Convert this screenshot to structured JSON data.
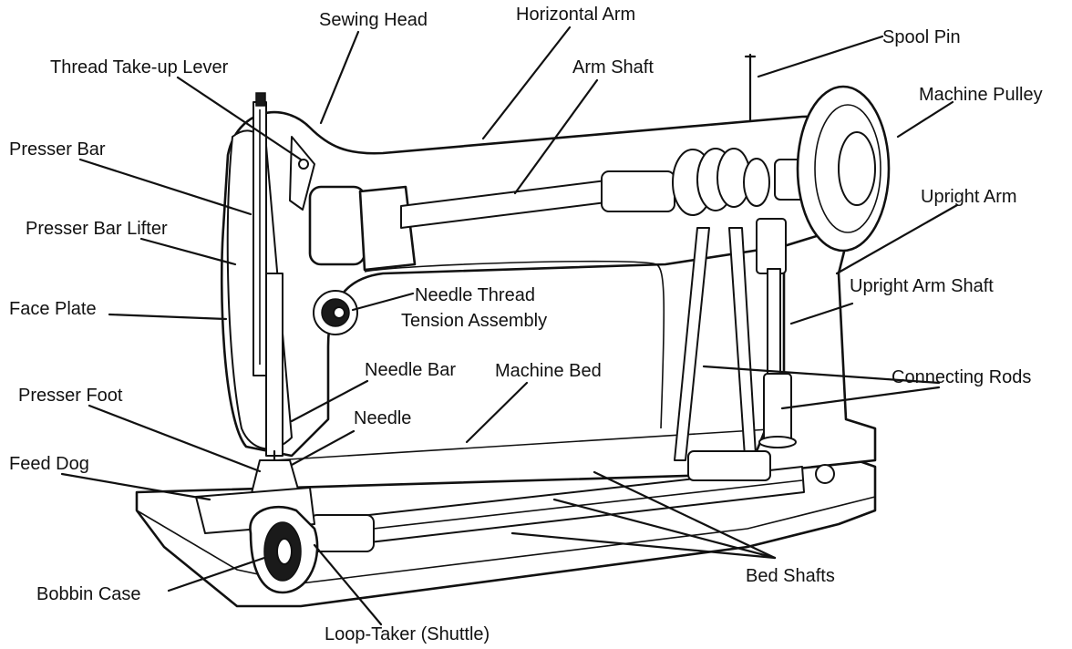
{
  "diagram": {
    "labels": {
      "sewing_head": "Sewing Head",
      "horizontal_arm": "Horizontal Arm",
      "spool_pin": "Spool Pin",
      "thread_take_up_lever": "Thread Take-up Lever",
      "arm_shaft": "Arm Shaft",
      "machine_pulley": "Machine Pulley",
      "presser_bar": "Presser Bar",
      "upright_arm": "Upright Arm",
      "presser_bar_lifter": "Presser Bar Lifter",
      "upright_arm_shaft": "Upright Arm Shaft",
      "face_plate": "Face Plate",
      "needle_thread_tension_line1": "Needle Thread",
      "needle_thread_tension_line2": "Tension Assembly",
      "needle_bar": "Needle Bar",
      "machine_bed": "Machine Bed",
      "connecting_rods": "Connecting Rods",
      "presser_foot": "Presser Foot",
      "needle": "Needle",
      "feed_dog": "Feed Dog",
      "bed_shafts": "Bed Shafts",
      "bobbin_case": "Bobbin Case",
      "loop_taker": "Loop-Taker (Shuttle)"
    }
  }
}
